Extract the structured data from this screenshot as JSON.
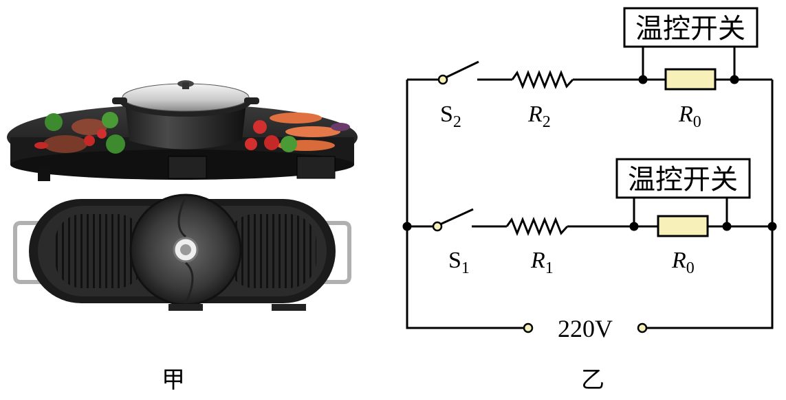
{
  "figure_labels": {
    "left": "甲",
    "right": "乙"
  },
  "circuit": {
    "branch_top": {
      "switch_label": "S",
      "switch_sub": "2",
      "resistor_label": "R",
      "resistor_sub": "2",
      "heater_label": "R",
      "heater_sub": "0",
      "thermostat_label": "温控开关"
    },
    "branch_bottom": {
      "switch_label": "S",
      "switch_sub": "1",
      "resistor_label": "R",
      "resistor_sub": "1",
      "heater_label": "R",
      "heater_sub": "0",
      "thermostat_label": "温控开关"
    },
    "supply_label": "220V"
  },
  "colors": {
    "wire": "#000000",
    "heater_fill": "#f7f0b8",
    "terminal_fill": "#f7f0b8"
  }
}
